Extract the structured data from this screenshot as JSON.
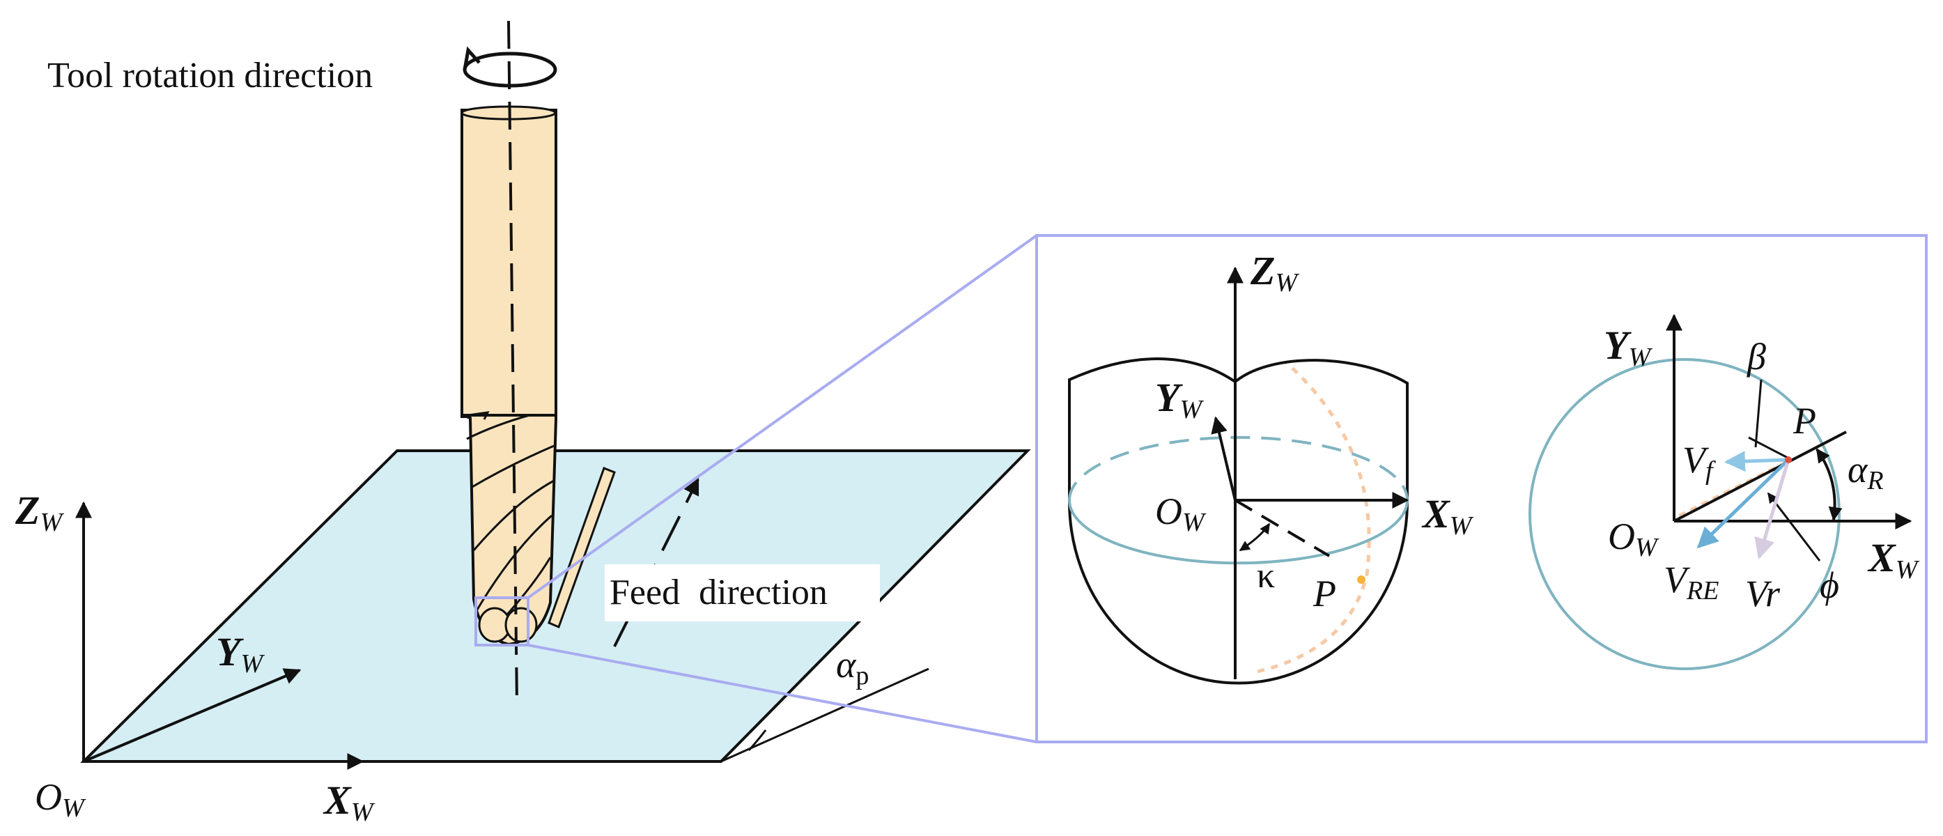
{
  "labels": {
    "tool_rotation": "Tool rotation direction",
    "feed_direction": "Feed direction",
    "alpha_p": "α",
    "alpha_p_sub": "p"
  },
  "main_axes": {
    "z_main": "Z",
    "y_main": "Y",
    "x_main": "X",
    "origin_main": "O",
    "sub_w": "W"
  },
  "ball_view": {
    "z": "Z",
    "y": "Y",
    "x": "X",
    "origin": "O",
    "kappa": "κ",
    "point": "P",
    "sub": "W"
  },
  "velocity_view": {
    "y": "Y",
    "x": "X",
    "origin": "O",
    "sub": "W",
    "beta": "β",
    "point": "P",
    "alpha_r": "α",
    "alpha_r_sub": "R",
    "vf": "V",
    "vf_sub": "f",
    "vre": "V",
    "vre_sub": "RE",
    "vr": "Vr",
    "phi": "ϕ"
  },
  "colors": {
    "plane_fill": "#d5eef3",
    "tool_fill": "#f9e4bd",
    "zoom_frame": "#a9acf0",
    "circle_stroke": "#7fb4c0",
    "dashed_path": "#f5c9a6",
    "point_marker": "#f5b43c",
    "vf_arrow": "#8ec6e6",
    "vre_arrow": "#6aaed6",
    "vr_arrow": "#d6cbe0"
  }
}
